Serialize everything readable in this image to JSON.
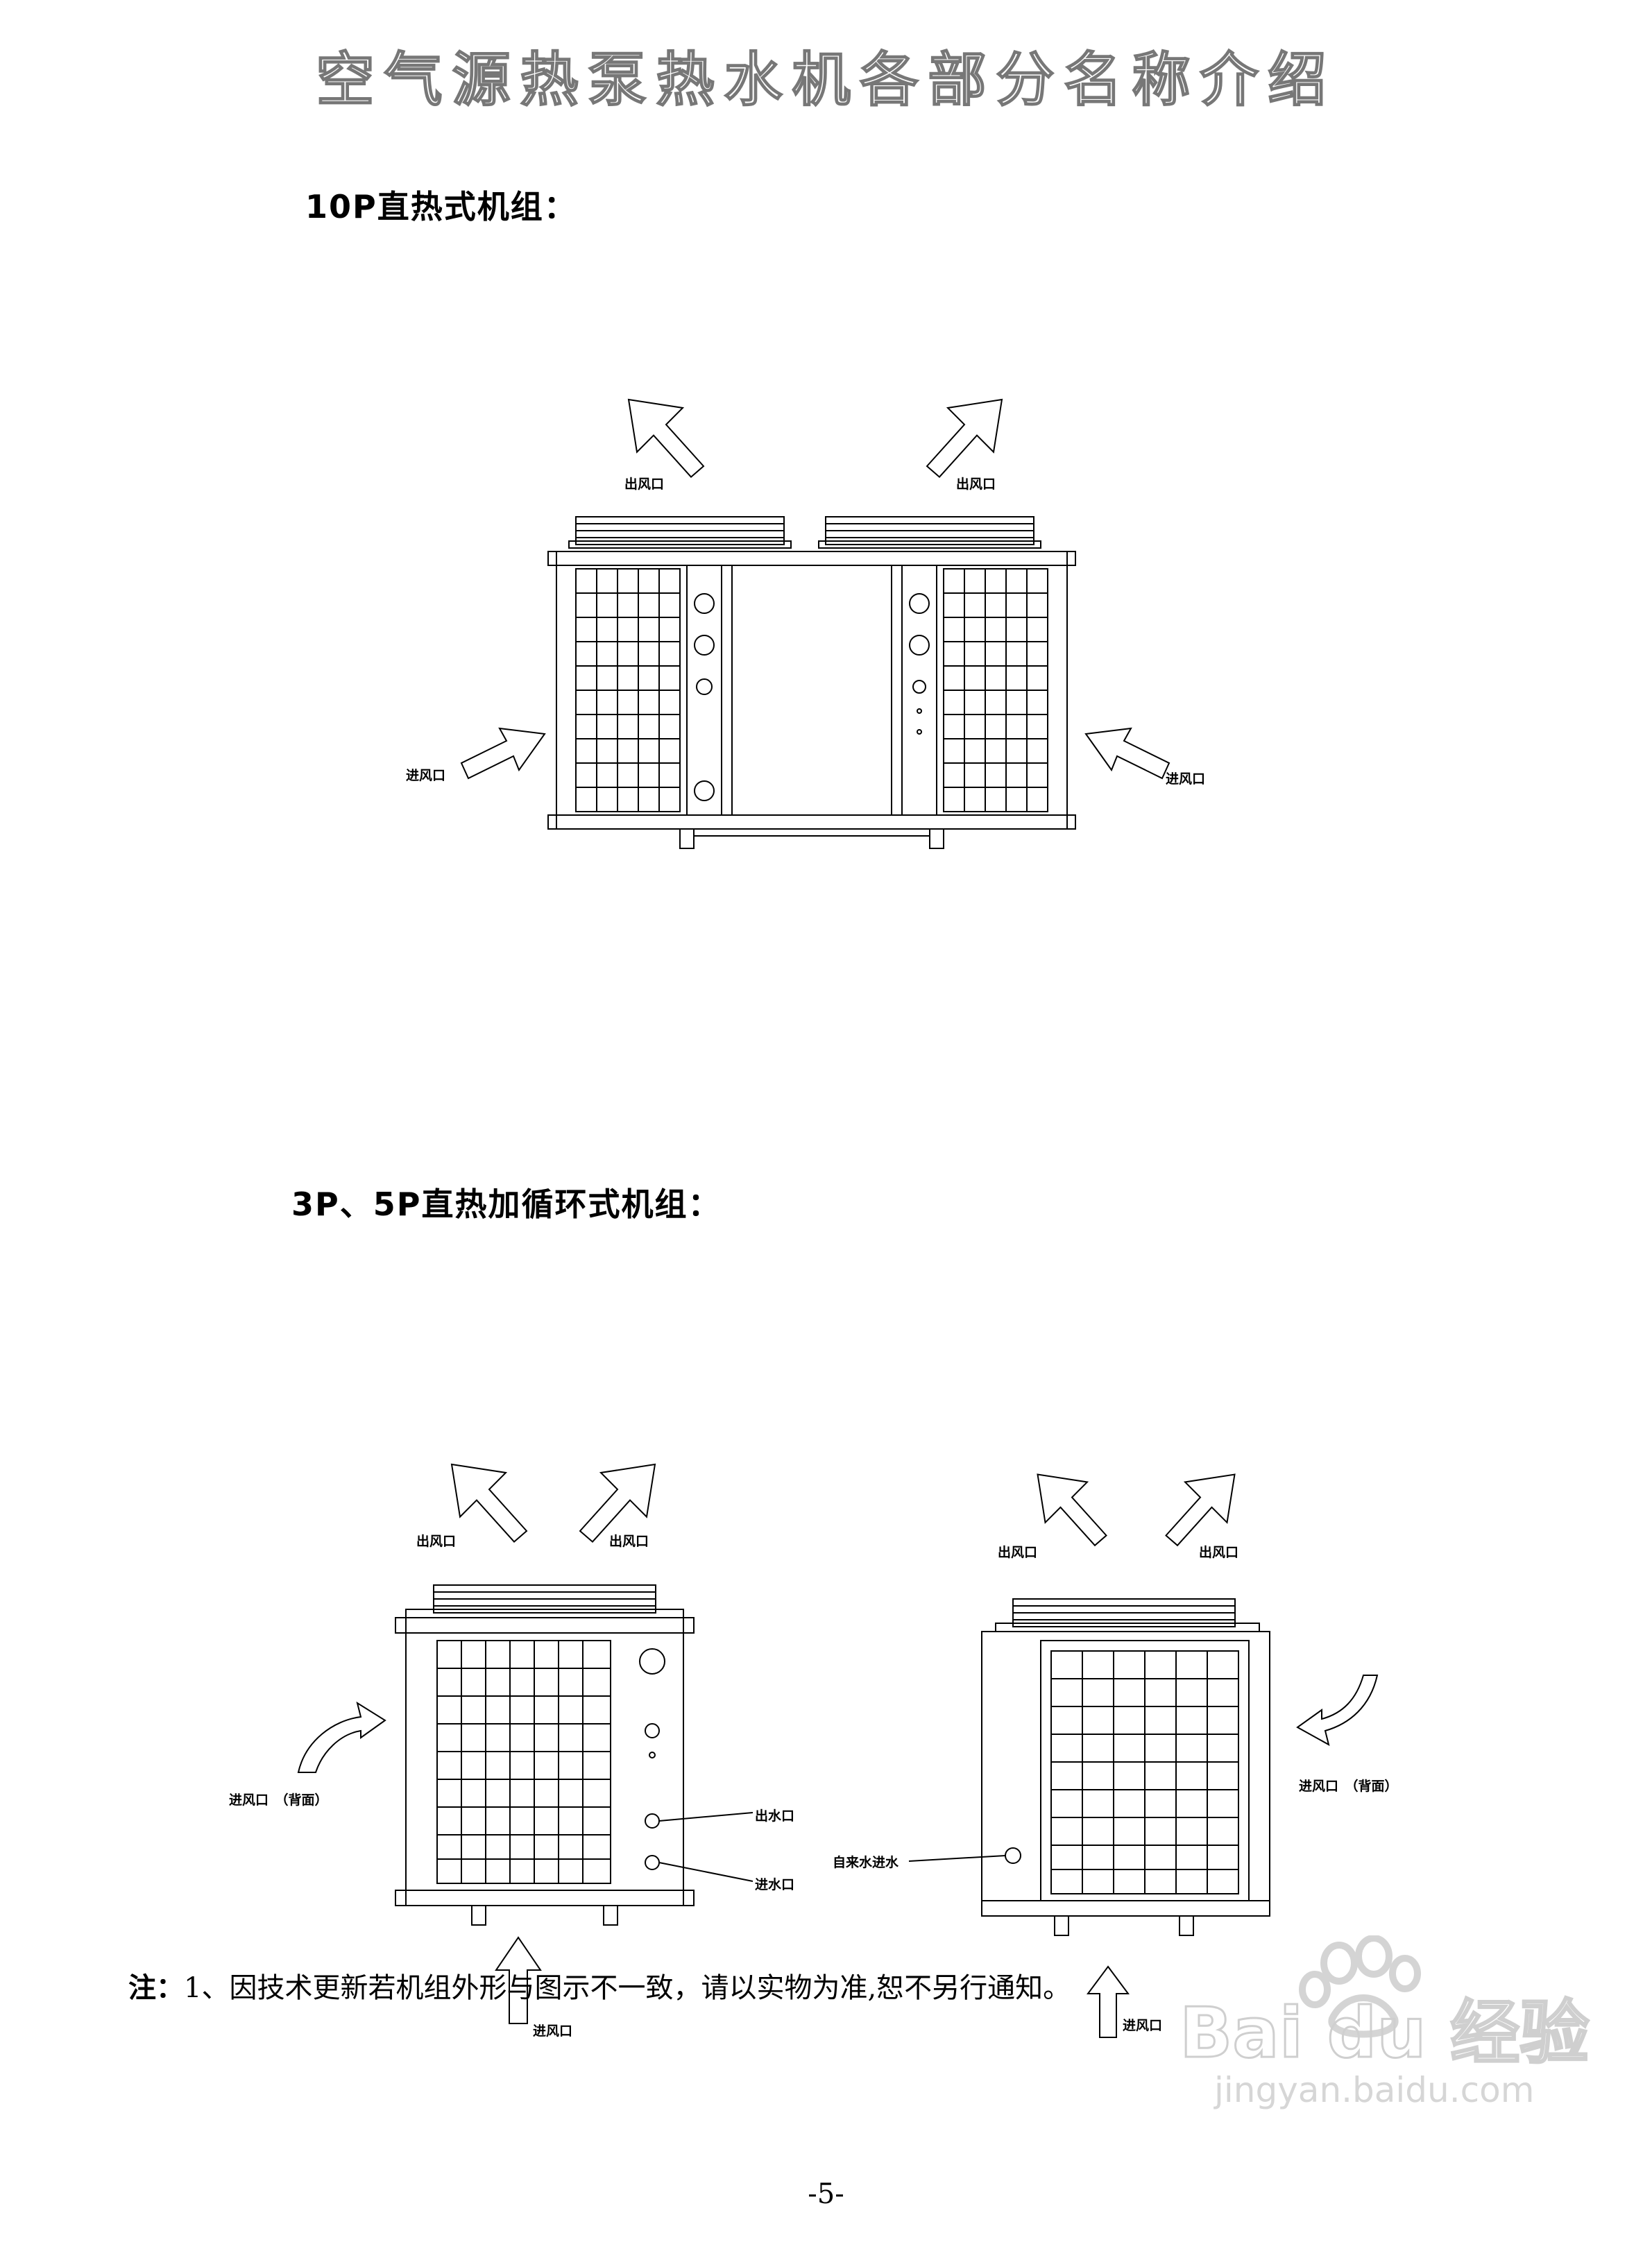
{
  "page_title": "空气源热泵热水机各部分名称介绍",
  "section1": {
    "heading": "10P直热式机组：",
    "labels": {
      "outlet_left": "出风口",
      "outlet_right": "出风口",
      "inlet_left": "进风口",
      "inlet_right": "进风口"
    }
  },
  "section2": {
    "heading": "3P、5P直热加循环式机组：",
    "front_unit": {
      "outlet_left": "出风口",
      "outlet_right": "出风口",
      "inlet_back": "进风口　（背面）",
      "water_out": "出水口",
      "water_in": "进水口",
      "inlet_bottom": "进风口"
    },
    "rear_unit": {
      "outlet_left": "出风口",
      "outlet_right": "出风口",
      "inlet_back": "进风口　（背面）",
      "tap_water_in": "自来水进水",
      "inlet_bottom": "进风口"
    }
  },
  "note": {
    "prefix": "注：",
    "text": "1、因技术更新若机组外形与图示不一致，请以实物为准,恕不另行通知。"
  },
  "page_number": "-5-",
  "watermark": {
    "brand": "Baidu经验",
    "url": "jingyan.baidu.com"
  }
}
